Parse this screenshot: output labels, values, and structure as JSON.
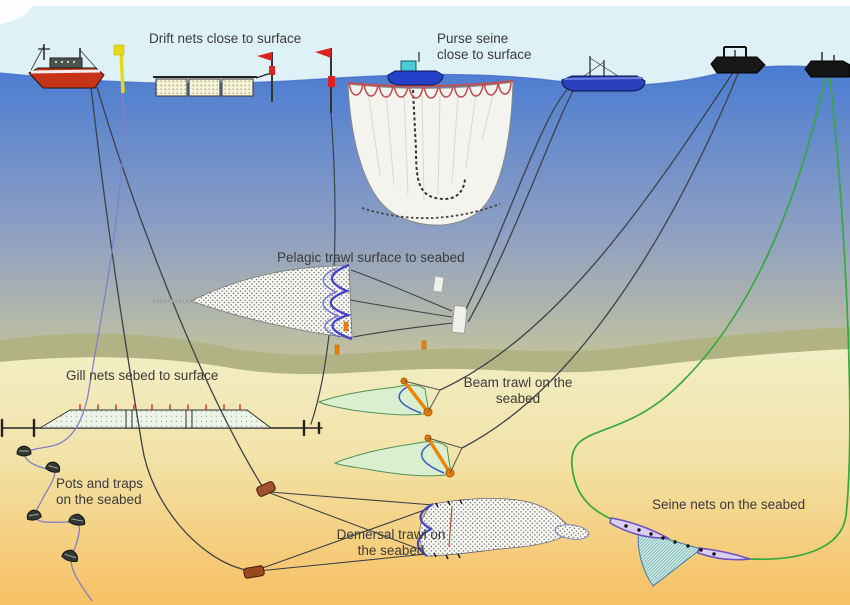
{
  "scene": {
    "title": "Fishing methods diagram",
    "labels": {
      "drift_nets": "Drift nets close to surface",
      "purse_seine_line1": "Purse seine",
      "purse_seine_line2": "close to surface",
      "pelagic_trawl": "Pelagic trawl surface to seabed",
      "gill_nets": "Gill nets sebed to surface",
      "beam_trawl_line1": "Beam trawl on the",
      "beam_trawl_line2": "seabed",
      "pots_traps_line1": "Pots and traps",
      "pots_traps_line2": "on the seabed",
      "demersal_line1": "Demersal trawl on",
      "demersal_line2": "the seabed",
      "seine_nets": "Seine nets on the seabed"
    },
    "colors": {
      "sky": "#ddf1f7",
      "water_top": "#4c7dd2",
      "water_low": "#c9c7a0",
      "seabed_band": "#b2b384",
      "sand_top": "#f2efc9",
      "sand_bottom": "#f7c062",
      "rope": "#3d4148",
      "green_rope": "#36a93e",
      "net_blue": "#4343c6",
      "orange": "#ee8400",
      "flag_red": "#dd2222",
      "buoy_yellow": "#e8d818",
      "hull_red": "#c63317",
      "hull_blue": "#2a3fbb",
      "purse_rim_red": "#c25052"
    }
  }
}
